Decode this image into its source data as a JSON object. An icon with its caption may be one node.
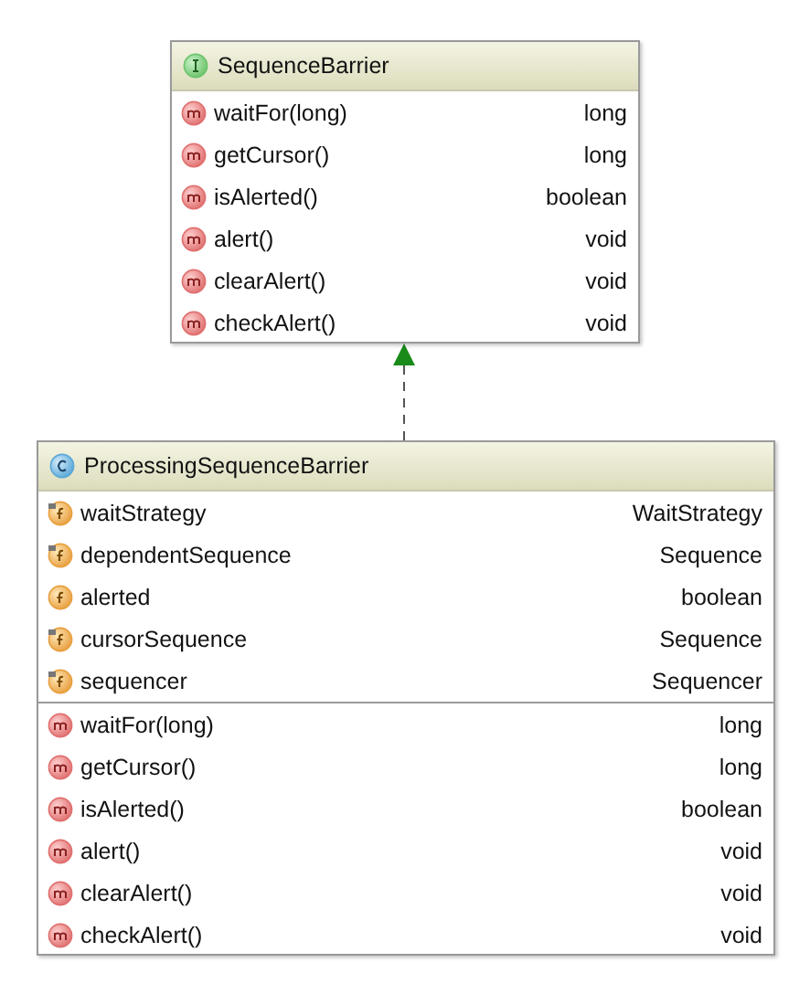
{
  "diagram": {
    "nodes": [
      {
        "text": [
          "SequenceBarrier",
          "waitFor(long)",
          "long",
          "getCursor()",
          "long",
          "isAlerted()",
          "boolean",
          "alert()",
          "void",
          "clearAlert()",
          "void",
          "checkAlert()",
          "void"
        ]
      },
      {
        "text": [
          "ProcessingSequenceBarrier",
          "waitStrategy",
          "WaitStrategy",
          "dependentSequence",
          "Sequence",
          "alerted",
          "boolean",
          "cursorSequence",
          "Sequence",
          "sequencer",
          "Sequencer",
          "waitFor(long)",
          "long",
          "getCursor()",
          "long",
          "isAlerted()",
          "boolean",
          "alert()",
          "void",
          "clearAlert()",
          "void",
          "checkAlert()",
          "void"
        ]
      }
    ],
    "edges": [
      {
        "from": 1,
        "to": 0,
        "arrow": "to",
        "style": "dashed"
      }
    ]
  }
}
